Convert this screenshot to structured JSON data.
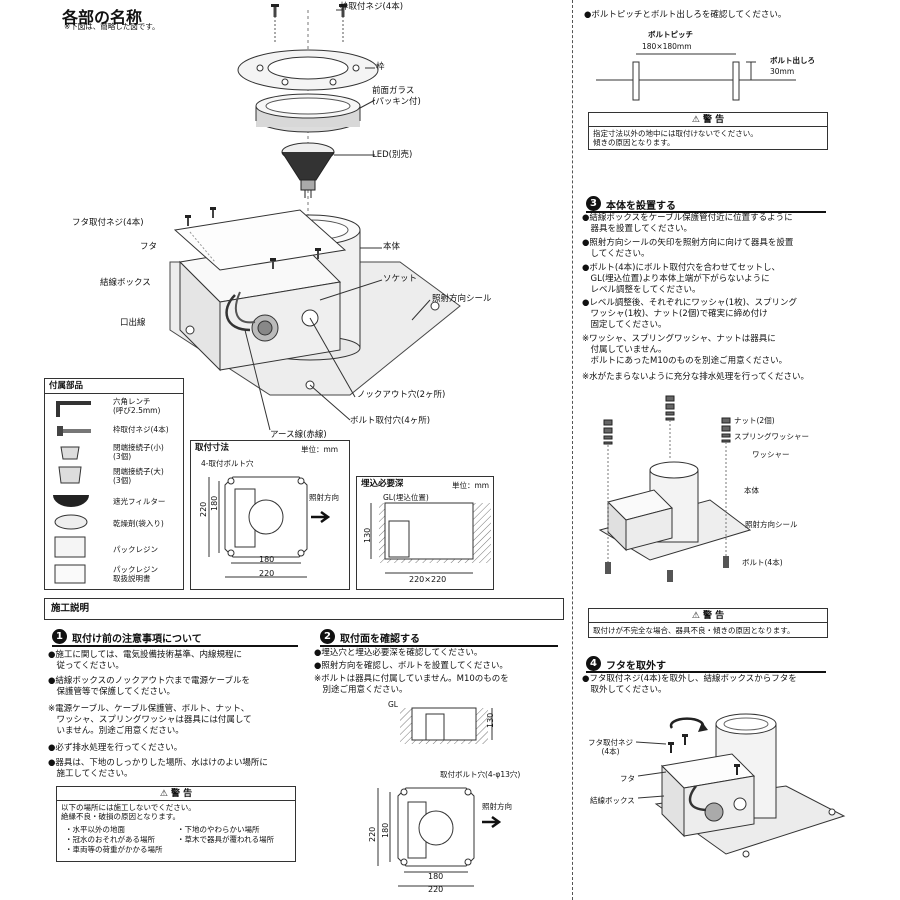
{
  "header": {
    "title": "各部の名称",
    "note": "※下図は、簡略した図です。"
  },
  "parts": {
    "frame_screw": "枠取付ネジ(4本)",
    "frame": "枠",
    "front_glass": "前面ガラス\n(パッキン付)",
    "led": "LED(別売)",
    "lid_screw": "フタ取付ネジ(4本)",
    "lid": "フタ",
    "body": "本体",
    "socket": "ソケット",
    "junction_box": "結線ボックス",
    "direction_seal": "照射方向シール",
    "outlet_wire": "口出線",
    "knockout": "ノックアウト穴(2ヶ所)",
    "bolt_hole": "ボルト取付穴(4ヶ所)",
    "earth_wire": "アース線(赤線)"
  },
  "accessories": {
    "title": "付属部品",
    "items": [
      "六角レンチ\n(呼び2.5mm)",
      "枠取付ネジ(4本)",
      "閉端接続子(小)\n(3個)",
      "閉端接続子(大)\n(3個)",
      "遮光フィルター",
      "乾燥剤(袋入り)",
      "パックレジン",
      "パックレジン\n取扱説明書"
    ]
  },
  "mounting_dim": {
    "title": "取付寸法",
    "unit": "単位：mm",
    "bolt_hole": "4-取付ボルト穴",
    "direction": "照射方向",
    "dim_180v": "180",
    "dim_220v": "220",
    "dim_180h": "180",
    "dim_220h": "220"
  },
  "burial_depth": {
    "title": "埋込必要深",
    "unit": "単位：mm",
    "gl": "GL(埋込位置)",
    "dim_130": "130",
    "dim_220x220": "220×220"
  },
  "construction": {
    "title": "施工説明"
  },
  "step1": {
    "num": "1",
    "title": "取付け前の注意事項について",
    "b1": "●施工に関しては、電気設備技術基準、内線規程に\n　従ってください。",
    "b2": "●結線ボックスのノックアウト穴まで電源ケーブルを\n　保護管等で保護してください。",
    "note": "※電源ケーブル、ケーブル保護管、ボルト、ナット、\n　ワッシャ、スプリングワッシャは器具には付属して\n　いません。別途ご用意ください。",
    "b3": "●必ず排水処理を行ってください。",
    "b4": "●器具は、下地のしっかりした場所、水はけのよい場所に\n　施工してください。",
    "warning_title": "警 告",
    "warning_intro": "以下の場所には施工しないでください。\n絶縁不良・破損の原因となります。",
    "w1": "・水平以外の地面",
    "w2": "・冠水のおそれがある場所",
    "w3": "・車両等の荷重がかかる場所",
    "w4": "・下地のやわらかい場所",
    "w5": "・草木で器具が覆われる場所"
  },
  "step2": {
    "num": "2",
    "title": "取付面を確認する",
    "b1": "●埋込穴と埋込必要深を確認してください。",
    "b2": "●照射方向を確認し、ボルトを設置してください。",
    "note": "※ボルトは器具に付属していません。M10のものを\n　別途ご用意ください。",
    "gl": "GL",
    "dim_130": "130",
    "bolt_hole": "取付ボルト穴(4-φ13穴)",
    "direction": "照射方向",
    "dim_180v": "180",
    "dim_220v": "220",
    "dim_180h": "180",
    "dim_220h": "220"
  },
  "right_top": {
    "b1": "●ボルトピッチとボルト出しろを確認してください。",
    "pitch_label": "ボルトピッチ",
    "pitch_value": "180×180mm",
    "out_label": "ボルト出しろ",
    "out_value": "30mm",
    "warning_title": "警 告",
    "warning_text": "指定寸法以外の地中には取付けないでください。\n傾きの原因となります。"
  },
  "step3": {
    "num": "3",
    "title": "本体を設置する",
    "b1": "●結線ボックスをケーブル保護管付近に位置するように\n　器具を設置してください。",
    "b2": "●照射方向シールの矢印を照射方向に向けて器具を設置\n　してください。",
    "b3": "●ボルト(4本)にボルト取付穴を合わせてセットし、\n　GL(埋込位置)より本体上端が下がらないように\n　レベル調整をしてください。",
    "b4": "●レベル調整後、それぞれにワッシャ(1枚)、スプリング\n　ワッシャ(1枚)、ナット(2個)で確実に締め付け\n　固定してください。",
    "note1": "※ワッシャ、スプリングワッシャ、ナットは器具に\n　付属していません。\n　ボルトにあったM10のものを別途ご用意ください。",
    "note2": "※水がたまらないように充分な排水処理を行ってください。",
    "nut": "ナット(2個)",
    "spring_washer": "スプリングワッシャー",
    "washer": "ワッシャー",
    "body": "本体",
    "direction_seal": "照射方向シール",
    "bolt": "ボルト(4本)",
    "warning_title": "警 告",
    "warning_text": "取付けが不完全な場合、器具不良・傾きの原因となります。"
  },
  "step4": {
    "num": "4",
    "title": "フタを取外す",
    "b1": "●フタ取付ネジ(4本)を取外し、結線ボックスからフタを\n　取外してください。",
    "lid_screw": "フタ取付ネジ\n(4本)",
    "lid": "フタ",
    "junction_box": "結線ボックス"
  }
}
